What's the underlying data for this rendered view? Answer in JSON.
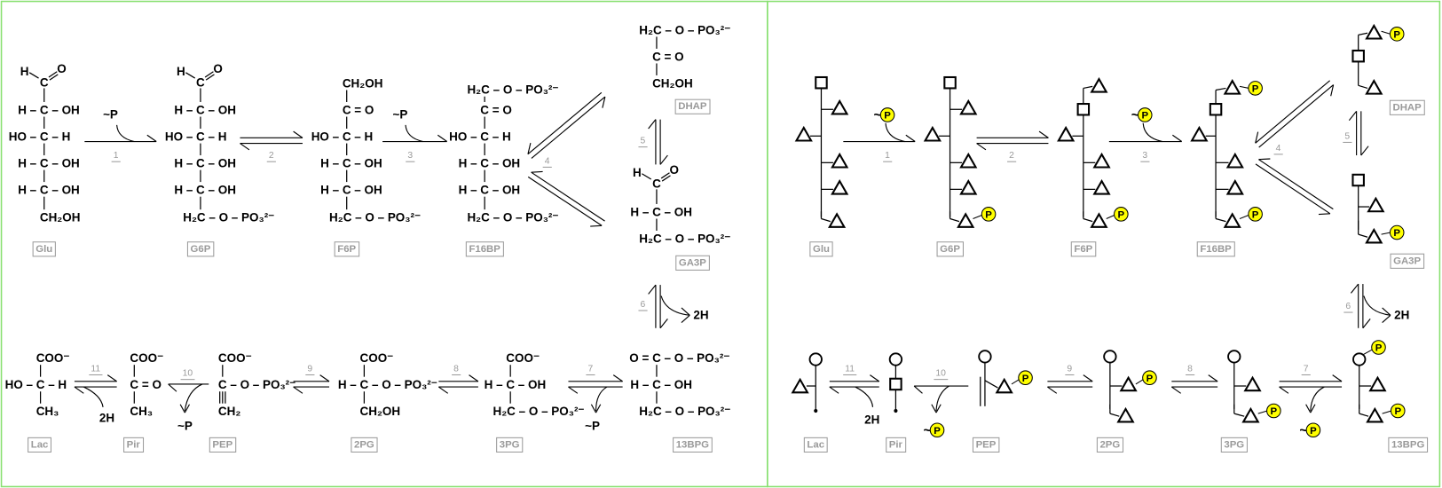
{
  "left_panel": {
    "molecules": {
      "glu": {
        "label": "Glu",
        "aldehyde": [
          "H",
          "C",
          "O"
        ],
        "rows": [
          "H – C – OH",
          "HO – C – H",
          "H – C – OH",
          "H – C – OH",
          "CH₂OH"
        ]
      },
      "g6p": {
        "label": "G6P",
        "aldehyde": [
          "H",
          "C",
          "O"
        ],
        "rows": [
          "H – C – OH",
          "HO – C – H",
          "H – C – OH",
          "H – C – OH",
          "H₂C – O – PO₃²⁻"
        ]
      },
      "f6p": {
        "label": "F6P",
        "rows": [
          "CH₂OH",
          "C = O",
          "HO – C – H",
          "H – C – OH",
          "H – C – OH",
          "H₂C – O – PO₃²⁻"
        ]
      },
      "f16bp": {
        "label": "F16BP",
        "rows": [
          "H₂C – O – PO₃²⁻",
          "C = O",
          "HO – C – H",
          "H – C – OH",
          "H – C – OH",
          "H₂C – O – PO₃²⁻"
        ]
      },
      "dhap": {
        "label": "DHAP",
        "rows": [
          "H₂C – O – PO₃²⁻",
          "C = O",
          "CH₂OH"
        ]
      },
      "ga3p": {
        "label": "GA3P",
        "aldehyde": [
          "H",
          "C",
          "O"
        ],
        "rows": [
          "H – C – OH",
          "H₂C – O – PO₃²⁻"
        ]
      },
      "bpg13": {
        "label": "13BPG",
        "rows": [
          "O = C – O – PO₃²⁻",
          "H – C – OH",
          "H₂C – O – PO₃²⁻"
        ]
      },
      "pg3": {
        "label": "3PG",
        "rows": [
          "COO⁻",
          "H – C – OH",
          "H₂C – O – PO₃²⁻"
        ]
      },
      "pg2": {
        "label": "2PG",
        "rows": [
          "COO⁻",
          "H – C – O – PO₃²⁻",
          "CH₂OH"
        ]
      },
      "pep": {
        "label": "PEP",
        "rows": [
          "COO⁻",
          "C – O – PO₃²⁻",
          "CH₂"
        ]
      },
      "pir": {
        "label": "Pir",
        "rows": [
          "COO⁻",
          "C = O",
          "CH₃"
        ]
      },
      "lac": {
        "label": "Lac",
        "rows": [
          "COO⁻",
          "HO – C – H",
          "CH₃"
        ]
      }
    },
    "reaction_numbers": [
      "1",
      "2",
      "3",
      "4",
      "5",
      "6",
      "7",
      "8",
      "9",
      "10",
      "11"
    ],
    "cofactors": {
      "atp": "~P",
      "nadh": "2H"
    }
  },
  "right_panel": {
    "labels": {
      "glu": "Glu",
      "g6p": "G6P",
      "f6p": "F6P",
      "f16bp": "F16BP",
      "dhap": "DHAP",
      "ga3p": "GA3P",
      "bpg13": "13BPG",
      "pg3": "3PG",
      "pg2": "2PG",
      "pep": "PEP",
      "pir": "Pir",
      "lac": "Lac"
    },
    "reaction_numbers": [
      "1",
      "2",
      "3",
      "4",
      "5",
      "6",
      "7",
      "8",
      "9",
      "10",
      "11"
    ],
    "phosphate_symbol": "P",
    "tilde": "~",
    "nadh": "2H"
  },
  "colors": {
    "panel_border": "#88e070",
    "phosphate_fill": "#ffff00",
    "label_gray": "#9a9a9a"
  }
}
